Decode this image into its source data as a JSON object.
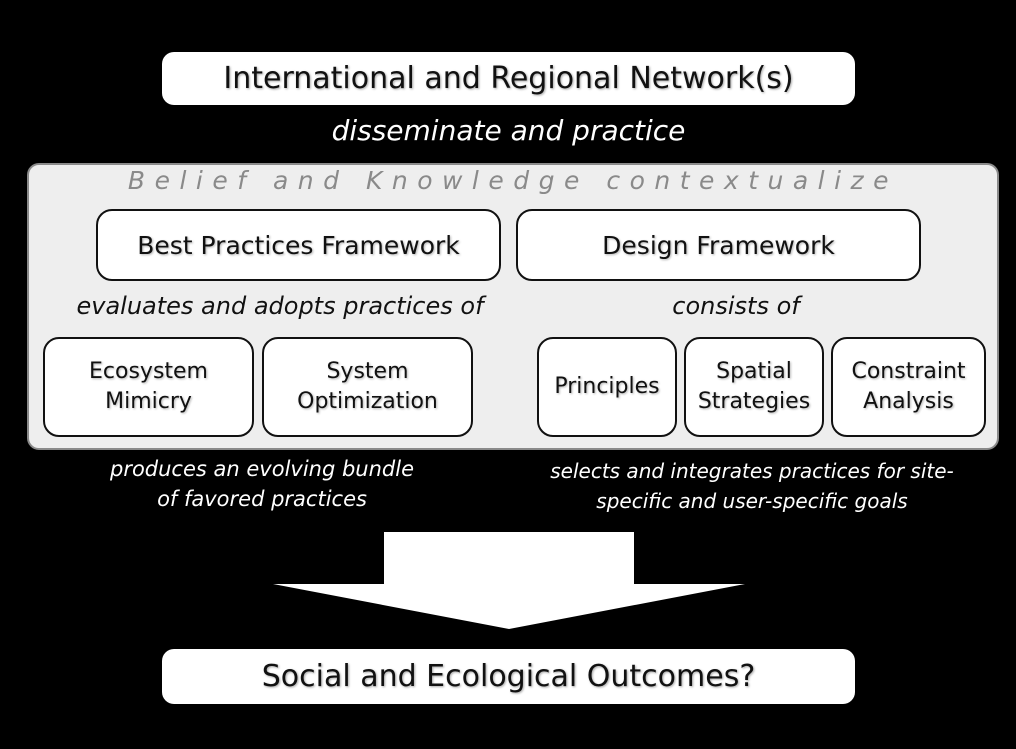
{
  "colors": {
    "background": "#000000",
    "box_fill": "#ffffff",
    "panel_fill": "#eeeeee",
    "panel_border": "#8a8a8a",
    "panel_title": "#8a8a8a",
    "text_dark": "#111111",
    "text_light": "#ffffff"
  },
  "top_box": {
    "label": "International and Regional Network(s)"
  },
  "top_relation": "disseminate and practice",
  "panel": {
    "title": "Belief and Knowledge contextualize",
    "best_practices": {
      "label": "Best Practices Framework",
      "relation": "evaluates and adopts practices of",
      "children": [
        {
          "line1": "Ecosystem",
          "line2": "Mimicry"
        },
        {
          "line1": "System",
          "line2": "Optimization"
        }
      ]
    },
    "design": {
      "label": "Design Framework",
      "relation": "consists of",
      "children": [
        {
          "line1": "Principles",
          "line2": ""
        },
        {
          "line1": "Spatial",
          "line2": "Strategies"
        },
        {
          "line1": "Constraint",
          "line2": "Analysis"
        }
      ]
    }
  },
  "left_output": {
    "line1": "produces an evolving bundle",
    "line2": "of favored practices"
  },
  "right_output": {
    "line1": "selects and integrates practices for site-",
    "line2": "specific and user-specific goals"
  },
  "bottom_box": {
    "label": "Social and Ecological Outcomes?"
  }
}
